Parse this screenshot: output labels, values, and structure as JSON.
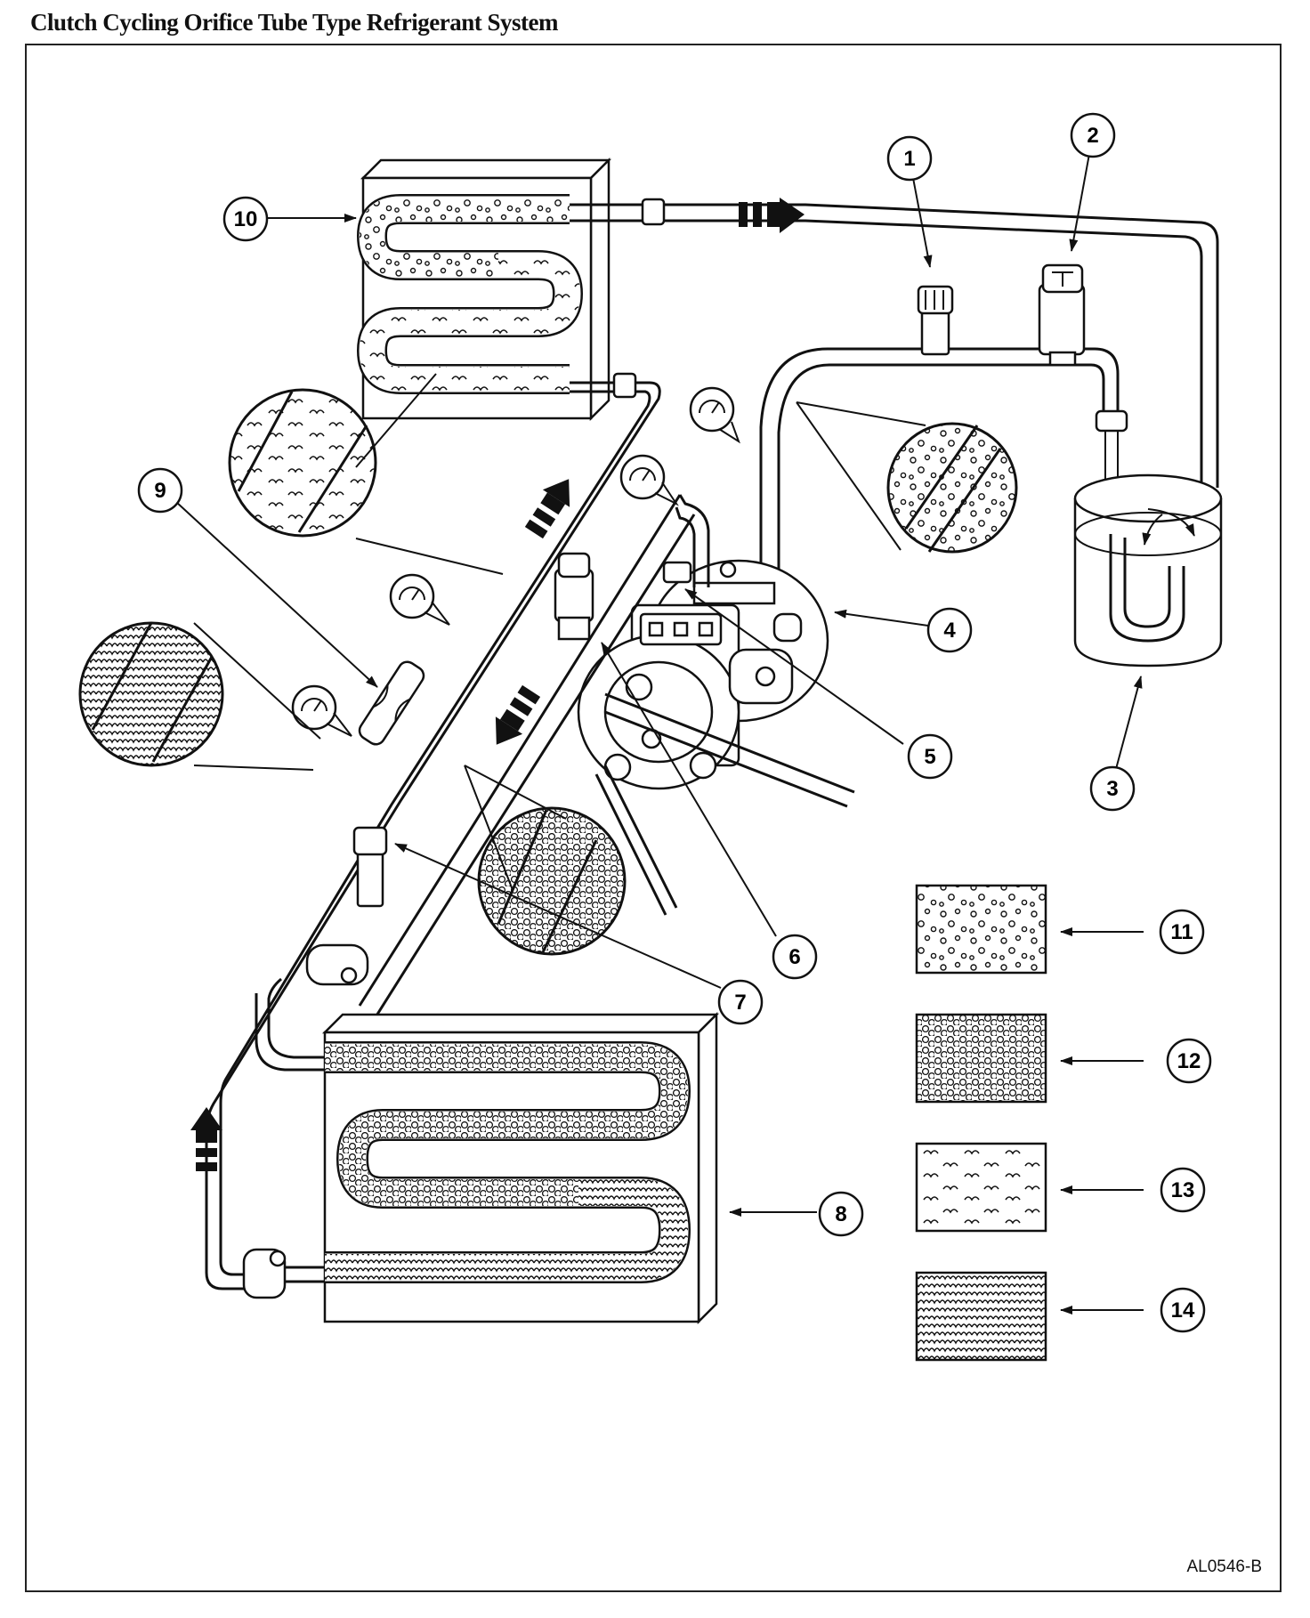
{
  "title": "Clutch Cycling Orifice Tube Type Refrigerant System",
  "figure_code": "AL0546-B",
  "callouts": [
    "1",
    "2",
    "3",
    "4",
    "5",
    "6",
    "7",
    "8",
    "9",
    "10",
    "11",
    "12",
    "13",
    "14"
  ],
  "legend_patterns": [
    {
      "number": "11",
      "pattern": "sparse-bubbles"
    },
    {
      "number": "12",
      "pattern": "dense-bubbles"
    },
    {
      "number": "13",
      "pattern": "sparse-waves"
    },
    {
      "number": "14",
      "pattern": "dense-waves"
    }
  ]
}
